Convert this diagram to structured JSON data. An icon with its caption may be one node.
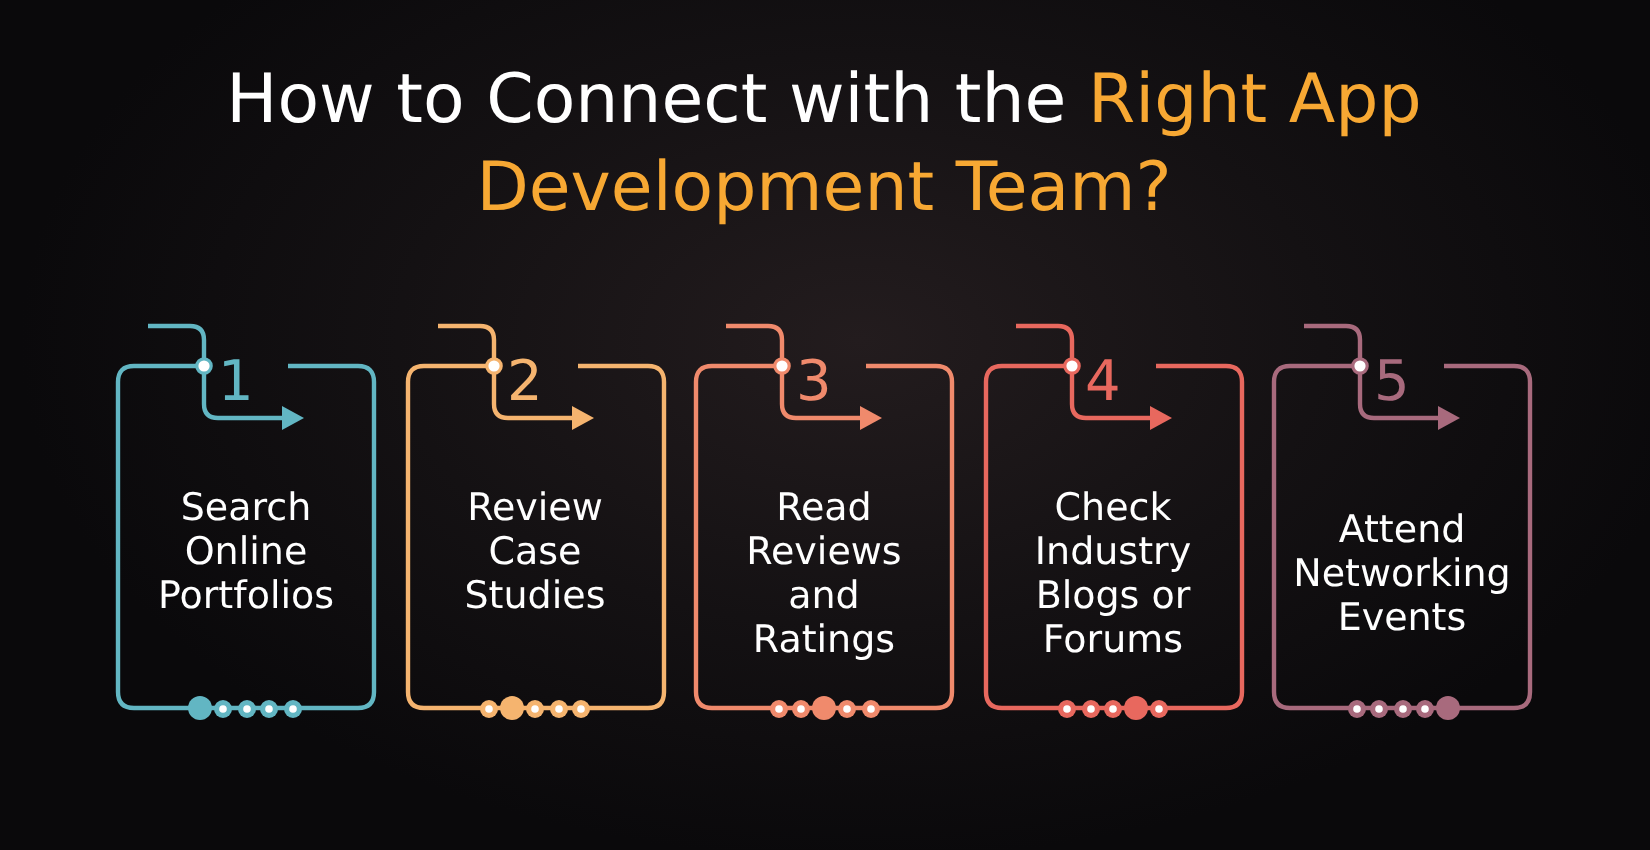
{
  "diagram": {
    "title": "How to Connect with the **Right App Development Team?**",
    "nodes": [
      {
        "text": [
          "1",
          "Search Online Portfolios"
        ]
      },
      {
        "text": [
          "2",
          "Review Case Studies"
        ]
      },
      {
        "text": [
          "3",
          "Read Reviews and Ratings"
        ]
      },
      {
        "text": [
          "4",
          "Check Industry Blogs or Forums"
        ]
      },
      {
        "text": [
          "5",
          "Attend Networking Events"
        ]
      }
    ]
  }
}
